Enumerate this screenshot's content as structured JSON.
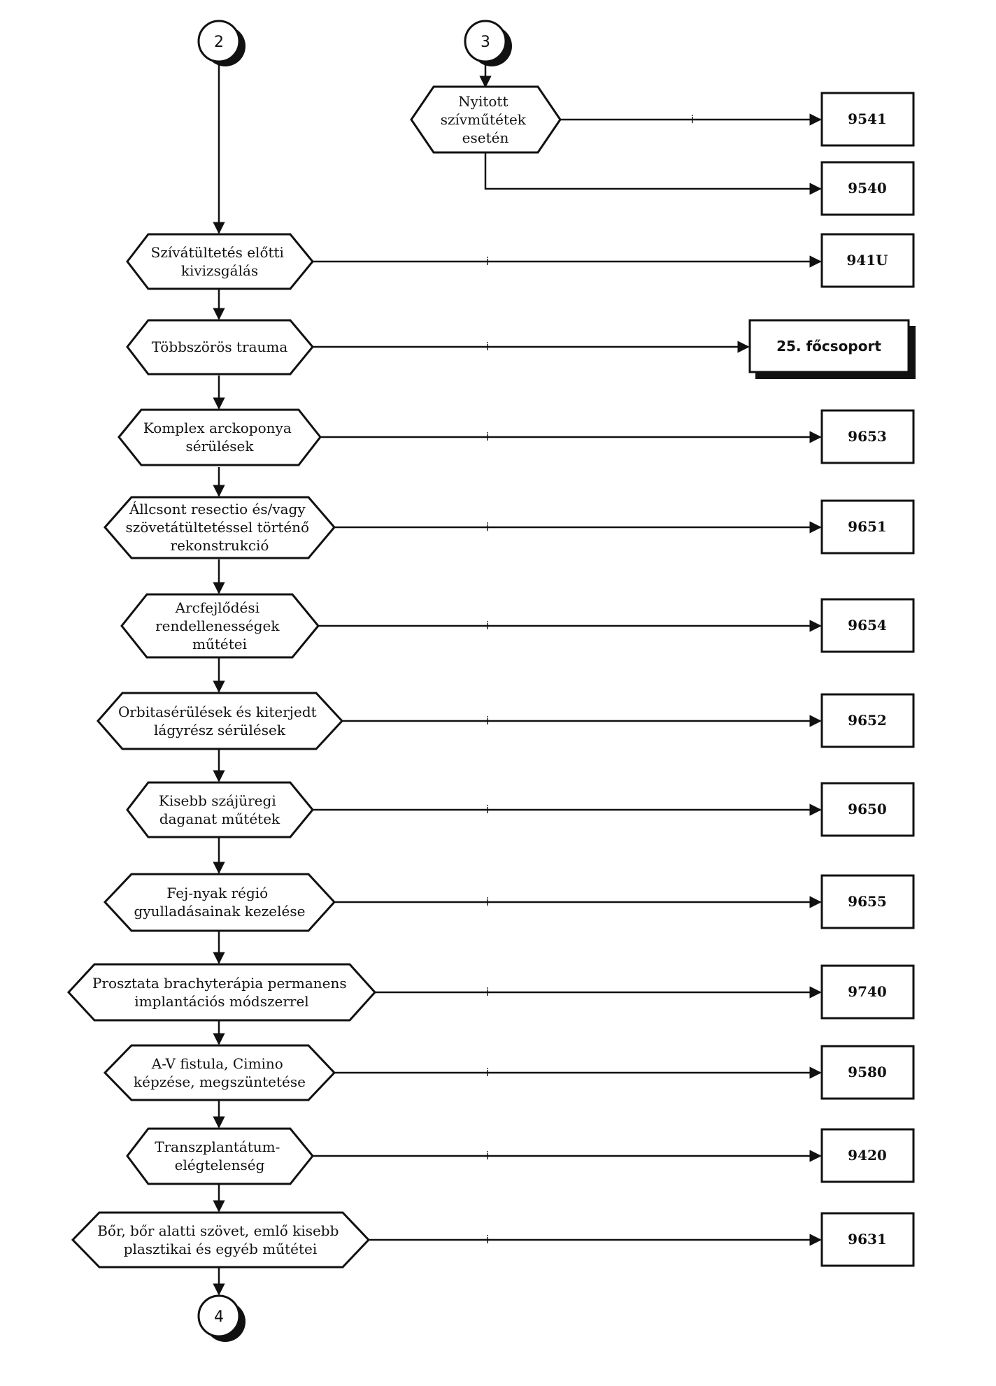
{
  "connectors": {
    "c2": "2",
    "c3": "3",
    "c4": "4"
  },
  "nodes": {
    "nyitott": [
      "Nyitott",
      "szívműtétek",
      "esetén"
    ],
    "szivatultetes": [
      "Szívátültetés előtti",
      "kivizsgálás"
    ],
    "tobbszoros": [
      "Többszörös trauma"
    ],
    "komplex": [
      "Komplex arckoponya",
      "sérülések"
    ],
    "allcsont": [
      "Állcsont resectio és/vagy",
      "szövetátültetéssel történő",
      "rekonstrukció"
    ],
    "arcfejlodesi": [
      "Arcfejlődési",
      "rendellenességek",
      "műtétei"
    ],
    "orbita": [
      "Orbitasérülések és kiterjedt",
      "lágyrész sérülések"
    ],
    "kisebb": [
      "Kisebb szájüregi",
      "daganat műtétek"
    ],
    "fejnyak": [
      "Fej-nyak régió",
      "gyulladásainak kezelése"
    ],
    "prosztata": [
      "Prosztata brachyterápia permanens",
      "implantációs módszerrel"
    ],
    "avfistula": [
      "A-V fistula, Cimino",
      "képzése, megszüntetése"
    ],
    "transzplant": [
      "Transzplantátum-",
      "elégtelenség"
    ],
    "bor": [
      "Bőr, bőr alatti szövet, emlő kisebb",
      "plasztikai és egyéb műtétei"
    ]
  },
  "codes": {
    "b9541": "9541",
    "b9540": "9540",
    "b941U": "941U",
    "b25": "25. főcsoport",
    "b9653": "9653",
    "b9651": "9651",
    "b9654": "9654",
    "b9652": "9652",
    "b9650": "9650",
    "b9655": "9655",
    "b9740": "9740",
    "b9580": "9580",
    "b9420": "9420",
    "b9631": "9631"
  },
  "edge_label_yes": "i"
}
